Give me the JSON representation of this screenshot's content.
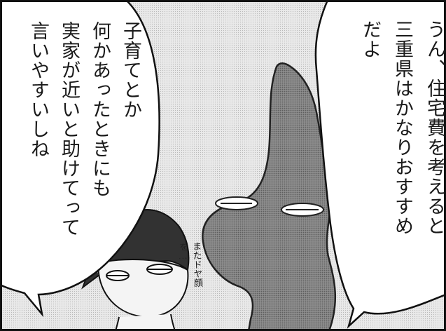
{
  "panel": {
    "speech_right": {
      "line1": "うん、住宅費を考えると",
      "line2": "三重県はかなりおすすめ",
      "line3": "だよ"
    },
    "speech_left": {
      "line1": "子育てとか",
      "line2": "何かあったときにも",
      "line3": "実家が近いと助けてって",
      "line4": "言いやすいしね"
    },
    "aside": {
      "line1": "またドヤ顔",
      "line2": "を…"
    }
  }
}
